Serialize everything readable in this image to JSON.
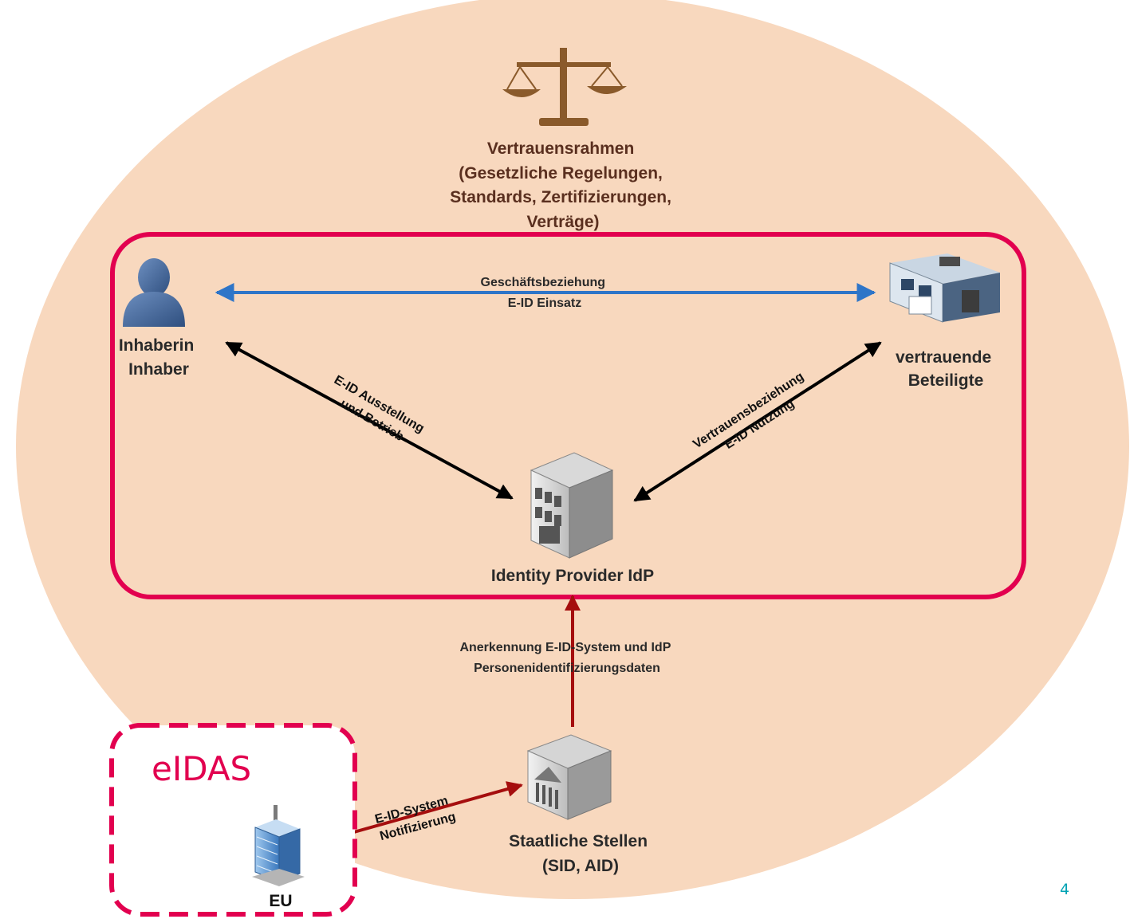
{
  "trust_framework": {
    "lines": [
      "Vertrauensrahmen",
      "(Gesetzliche Regelungen,",
      "Standards, Zertifizierungen,",
      "Verträge)"
    ]
  },
  "holder": {
    "lines": [
      "Inhaberin",
      "Inhaber"
    ]
  },
  "relying_party": {
    "lines": [
      "vertrauende",
      "Beteiligte"
    ]
  },
  "idp": {
    "label": "Identity Provider IdP"
  },
  "business_relation": {
    "lines": [
      "Geschäftsbeziehung",
      "E-ID Einsatz"
    ]
  },
  "issuance": {
    "lines": [
      "E-ID Ausstellung",
      "und Betrieb"
    ]
  },
  "trust_relation": {
    "lines": [
      "Vertrauensbeziehung",
      "E-ID Nutzung"
    ]
  },
  "recognition": {
    "lines": [
      "Anerkennung E-ID-System und IdP",
      "Personenidentifizierungsdaten"
    ]
  },
  "state_agencies": {
    "lines": [
      "Staatliche Stellen",
      "(SID, AID)"
    ]
  },
  "notification": {
    "lines": [
      "E-ID-System",
      "Notifizierung"
    ]
  },
  "eidas": {
    "label": "eIDAS"
  },
  "eu": {
    "label": "EU"
  },
  "page_number": "4",
  "colors": {
    "ellipse": "#f8d8be",
    "frame": "#e2004f",
    "blue_arrow": "#2e75c8",
    "black_arrow": "#000000",
    "red_arrow": "#a50e0e",
    "label_dark": "#2a2a2a",
    "title_brown": "#5a2f1f",
    "scale_brown": "#8a5a2b",
    "page_number": "#00a3b4"
  },
  "icons": {
    "scale": "scale-of-justice-icon",
    "holder": "person-icon",
    "relying_party": "office-building-icon",
    "idp": "building-icon",
    "state": "government-building-icon",
    "eu": "skyscraper-icon"
  }
}
